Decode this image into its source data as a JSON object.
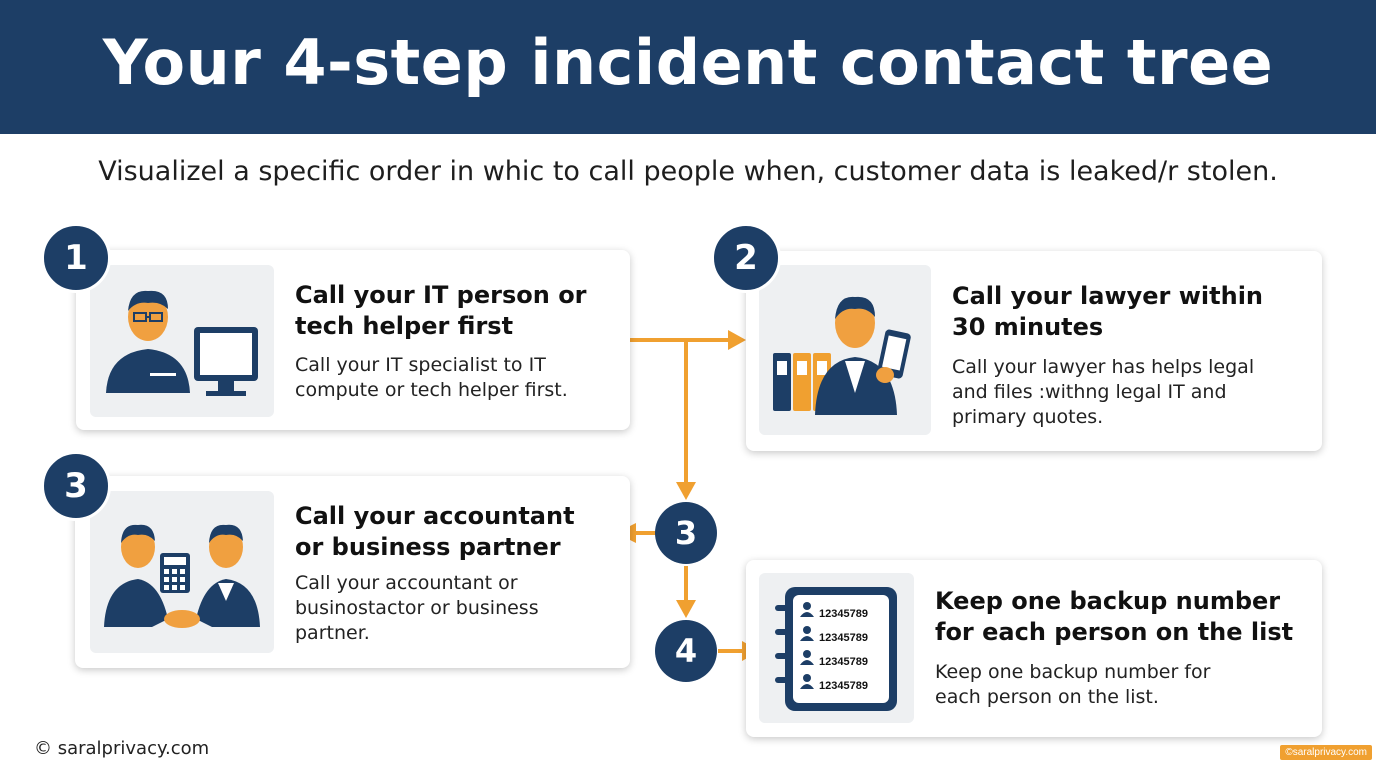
{
  "header": {
    "title": "Your 4-step incident contact tree"
  },
  "subtitle": "Visualizel a specific order in whic to call people when, customer data is leaked/r stolen.",
  "steps": [
    {
      "badge": "1",
      "title_line1": "Call your IT person or",
      "title_line2": "tech helper first",
      "desc_line1": "Call your IT specialist to IT",
      "desc_line2": "compute or tech helper first.",
      "icon": "it-person-computer-icon"
    },
    {
      "badge": "2",
      "title_line1": "Call your lawyer within",
      "title_line2": "30 minutes",
      "desc_line1": "Call your lawyer has helps legal",
      "desc_line2": "and files :withng legal IT and",
      "desc_line3": "primary quotes.",
      "icon": "lawyer-phone-icon"
    },
    {
      "badge": "3",
      "title_line1": "Call your accountant",
      "title_line2": "or business partner",
      "desc_line1": "Call your accountant or",
      "desc_line2": "businostactor or business",
      "desc_line3": "partner.",
      "icon": "handshake-calculator-icon"
    },
    {
      "badge": "4",
      "title_line1": "Keep one backup number",
      "title_line2": "for each person on the list",
      "desc_line1": "Keep one backup number for",
      "desc_line2": "each person on the list.",
      "icon": "address-book-icon"
    }
  ],
  "flow": {
    "node3": "3",
    "node4": "4"
  },
  "address_book": {
    "numbers": [
      "12345789",
      "12345789",
      "12345789",
      "12345789"
    ]
  },
  "footer": {
    "copyright": "© saralprivacy.com",
    "watermark": "©saralprivacy.com"
  },
  "colors": {
    "navy": "#1d3e66",
    "orange": "#f0a030",
    "skin": "#f0a040"
  }
}
